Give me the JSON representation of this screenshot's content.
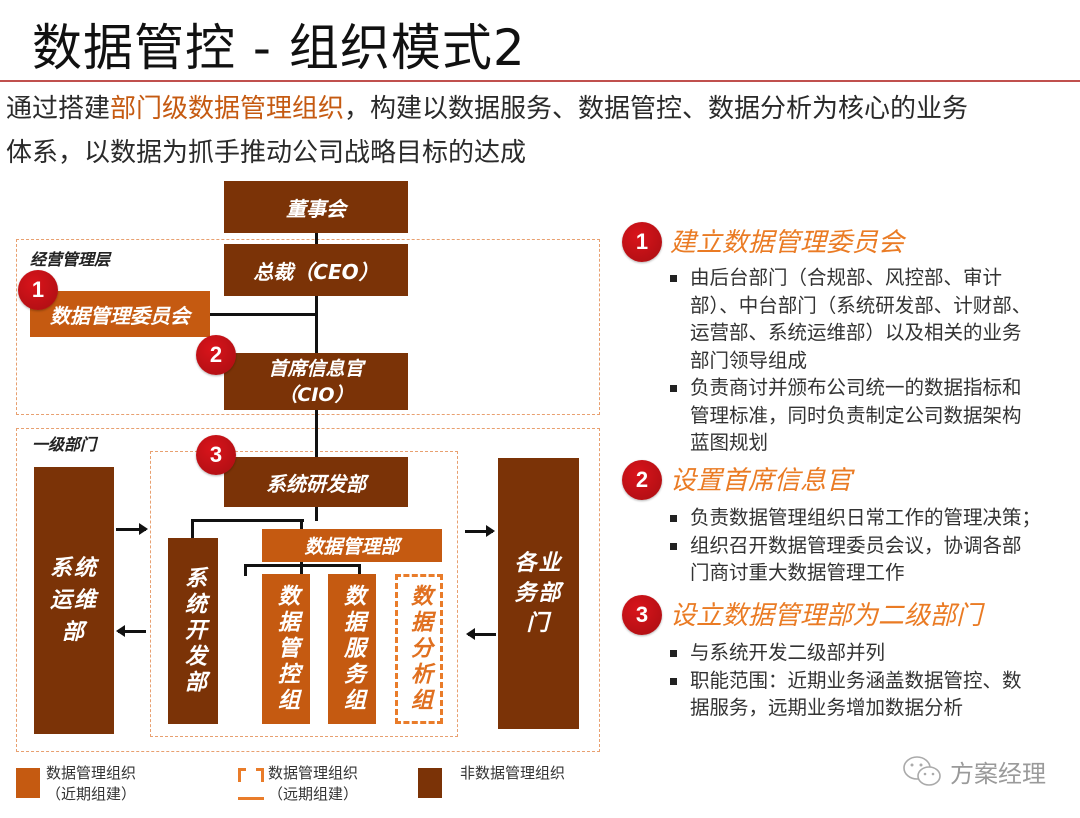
{
  "title": "数据管控 - 组织模式2",
  "intro": {
    "line1_prefix": "通过搭建",
    "line1_highlight": "部门级数据管理组织",
    "line1_suffix": "，构建以数据服务、数据管控、数据分析为核心的业务",
    "line2": "体系，以数据为抓手推动公司战略目标的达成"
  },
  "colors": {
    "dark_box": "#7b3307",
    "orange_box": "#c55a11",
    "dashed_orange": "#e97c2a",
    "badge_red": "#c0111a",
    "section_title": "#ea7b24",
    "title_rule": "#c0504d"
  },
  "diagram": {
    "zones": {
      "management": "经营管理层",
      "first_level": "一级部门"
    },
    "nodes": {
      "board": "董事会",
      "ceo": "总裁（CEO）",
      "committee": "数据管理委员会",
      "cio_line1": "首席信息官",
      "cio_line2": "（CIO）",
      "rnd": "系统研发部",
      "ops": "系统运维部",
      "dev": "系统开发部",
      "dm_dept": "数据管理部",
      "dm_control": "数据管控组",
      "dm_service": "数据服务组",
      "dm_analysis": "数据分析组",
      "biz": "各业务部门"
    },
    "badges": [
      "1",
      "2",
      "3"
    ]
  },
  "legend": [
    {
      "line1": "数据管理组织",
      "line2": "（近期组建）",
      "style": "orange"
    },
    {
      "line1": "数据管理组织",
      "line2": "（远期组建）",
      "style": "dashed"
    },
    {
      "line1": "非数据管理组织",
      "line2": "",
      "style": "dark"
    }
  ],
  "sections": [
    {
      "num": "1",
      "title": "建立数据管理委员会",
      "bullets": [
        [
          "由后台部门（合规部、风控部、审计",
          "部）、中台部门（系统研发部、计财部、",
          "运营部、系统运维部）以及相关的业务",
          "部门领导组成"
        ],
        [
          "负责商讨并颁布公司统一的数据指标和",
          "管理标准，同时负责制定公司数据架构",
          "蓝图规划"
        ]
      ]
    },
    {
      "num": "2",
      "title": "设置首席信息官",
      "bullets": [
        [
          "负责数据管理组织日常工作的管理决策；"
        ],
        [
          "组织召开数据管理委员会议，协调各部",
          "门商讨重大数据管理工作"
        ]
      ]
    },
    {
      "num": "3",
      "title": "设立数据管理部为二级部门",
      "bullets": [
        [
          "与系统开发二级部并列"
        ],
        [
          "职能范围：近期业务涵盖数据管控、数",
          "据服务，远期业务增加数据分析"
        ]
      ]
    }
  ],
  "watermark": {
    "icon": "wechat-icon",
    "text": "方案经理"
  }
}
